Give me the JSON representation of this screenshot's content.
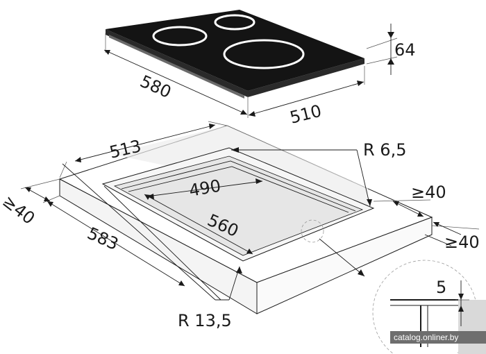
{
  "hob": {
    "width": "580",
    "depth": "510",
    "height": "64"
  },
  "cutout": {
    "width": "560",
    "depth": "490",
    "radius": "R 6,5"
  },
  "worktop": {
    "width": "583",
    "depth": "513",
    "corner_radius": "R 13,5",
    "min_front_distance": "≥40",
    "min_side_distance": "≥40",
    "min_back_distance": "≥40"
  },
  "detail": {
    "thickness": "5"
  },
  "watermark": "catalog.onliner.by",
  "colors": {
    "glass": "#141414",
    "worktop_side": "#f4f4f4",
    "worktop_top": "#ffffff",
    "cutout_floor": "#e6e6e6",
    "watermark_bg": "#6e6e6e"
  }
}
